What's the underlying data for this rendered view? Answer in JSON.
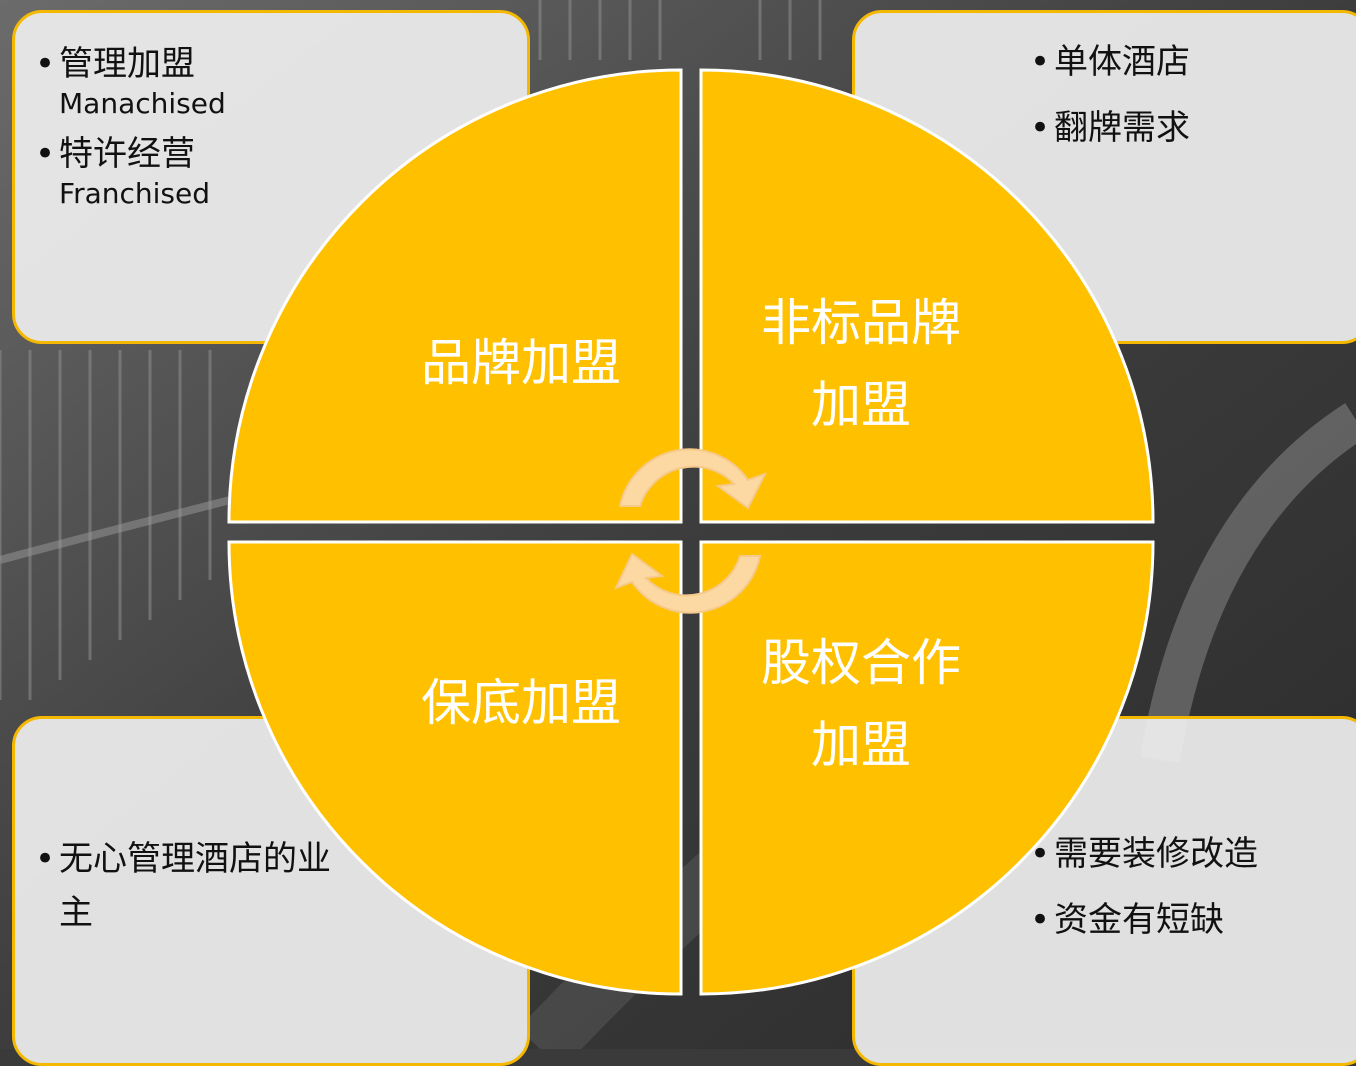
{
  "colors": {
    "quadrant_fill": "#FFC000",
    "card_border": "#F5B800",
    "arrow_fill": "#FCD9A2"
  },
  "quadrants": {
    "top_left": {
      "lines": [
        "品牌加盟"
      ]
    },
    "top_right": {
      "lines": [
        "非标品牌",
        "加盟"
      ]
    },
    "bottom_left": {
      "lines": [
        "保底加盟"
      ]
    },
    "bottom_right": {
      "lines": [
        "股权合作",
        "加盟"
      ]
    }
  },
  "cards": {
    "top_left": {
      "items": [
        {
          "zh": "管理加盟",
          "en": "Manachised"
        },
        {
          "zh": "特许经营",
          "en": "Franchised"
        }
      ]
    },
    "top_right": {
      "items": [
        "单体酒店",
        "翻牌需求"
      ]
    },
    "bottom_left": {
      "items": [
        "无心管理酒店的业主"
      ]
    },
    "bottom_right": {
      "items": [
        "需要装修改造",
        "资金有短缺"
      ]
    }
  },
  "bullet": "•"
}
